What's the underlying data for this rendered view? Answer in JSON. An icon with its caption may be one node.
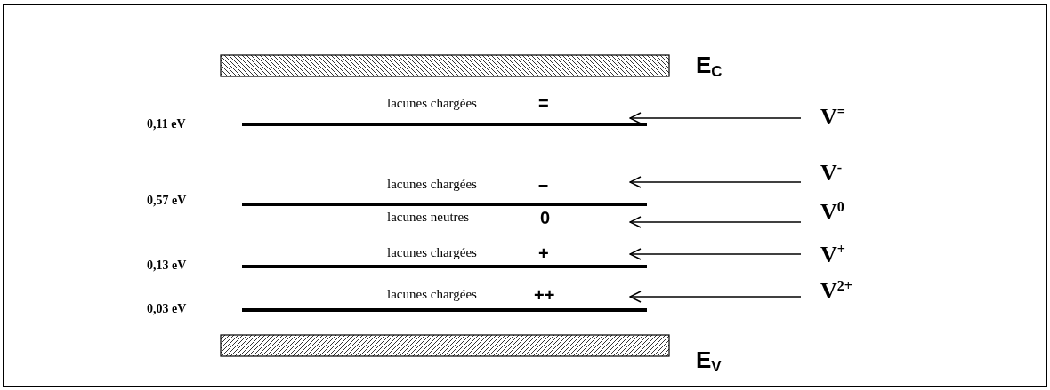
{
  "diagram": {
    "nodes": [
      {
        "text": [
          "V$^{=}$"
        ]
      },
      {
        "text": [
          "V$^{-}$"
        ]
      },
      {
        "text": [
          "V$^{0}$"
        ]
      },
      {
        "text": [
          "V$^{+}$"
        ]
      },
      {
        "text": [
          "V$^{2+}$"
        ]
      }
    ],
    "edges": [
      {
        "from": 0,
        "to": null,
        "arrow": "to"
      },
      {
        "from": 1,
        "to": null,
        "arrow": "to"
      },
      {
        "from": 2,
        "to": null,
        "arrow": "to"
      },
      {
        "from": 3,
        "to": null,
        "arrow": "to"
      },
      {
        "from": 4,
        "to": null,
        "arrow": "to"
      }
    ],
    "labels": [
      "E$_{C}$",
      "lacunes chargées",
      "=",
      "0,11 eV",
      "lacunes chargées",
      "–",
      "0,57 eV",
      "lacunes neutres",
      "0",
      "lacunes chargées",
      "+",
      "0,13 eV",
      "lacunes chargées",
      "++",
      "0,03 eV",
      "E$_{V}$"
    ]
  }
}
